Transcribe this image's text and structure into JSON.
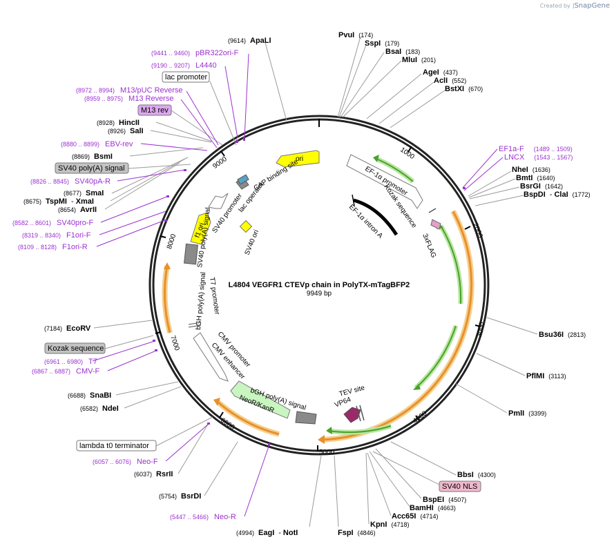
{
  "brand": {
    "prefix": "Created by",
    "name": "SnapGene"
  },
  "plasmid": {
    "name": "L4804 VEGFR1 CTEVp chain in PolyTX-mTagBFP2",
    "size_label": "9949 bp"
  },
  "colors": {
    "enzyme": "#000000",
    "primer": "#9b30d0",
    "feature_line": "#6e6e6e"
  },
  "ticks": [
    "1000",
    "2000",
    "3000",
    "4000",
    "5000",
    "6000",
    "7000",
    "8000",
    "9000"
  ],
  "enzymes": [
    {
      "id": "apali",
      "name": "ApaLI",
      "pos": "(9614)"
    },
    {
      "id": "pvui",
      "name": "PvuI",
      "pos": "(174)"
    },
    {
      "id": "sspi",
      "name": "SspI",
      "pos": "(179)"
    },
    {
      "id": "bsai",
      "name": "BsaI",
      "pos": "(183)"
    },
    {
      "id": "mlui",
      "name": "MluI",
      "pos": "(201)"
    },
    {
      "id": "agei",
      "name": "AgeI",
      "pos": "(437)"
    },
    {
      "id": "acli",
      "name": "AclI",
      "pos": "(552)"
    },
    {
      "id": "bstxi",
      "name": "BstXI",
      "pos": "(670)"
    },
    {
      "id": "nhei",
      "name": "NheI",
      "pos": "(1636)"
    },
    {
      "id": "bmti",
      "name": "BmtI",
      "pos": "(1640)"
    },
    {
      "id": "bsrgi",
      "name": "BsrGI",
      "pos": "(1642)"
    },
    {
      "id": "bspdi",
      "name": "BspDI",
      "sep": "-",
      "name2": "ClaI",
      "pos": "(1772)"
    },
    {
      "id": "bsu36i",
      "name": "Bsu36I",
      "pos": "(2813)"
    },
    {
      "id": "pflmi",
      "name": "PflMI",
      "pos": "(3113)"
    },
    {
      "id": "pmli",
      "name": "PmlI",
      "pos": "(3399)"
    },
    {
      "id": "bbsi",
      "name": "BbsI",
      "pos": "(4300)"
    },
    {
      "id": "bspei",
      "name": "BspEI",
      "pos": "(4507)"
    },
    {
      "id": "bamhi",
      "name": "BamHI",
      "pos": "(4663)"
    },
    {
      "id": "acc65i",
      "name": "Acc65I",
      "pos": "(4714)"
    },
    {
      "id": "kpni",
      "name": "KpnI",
      "pos": "(4718)"
    },
    {
      "id": "fspi",
      "name": "FspI",
      "pos": "(4846)"
    },
    {
      "id": "eagi",
      "name": "EagI",
      "sep": "-",
      "name2": "NotI",
      "pos": "(4994)"
    },
    {
      "id": "bsrdi",
      "name": "BsrDI",
      "pos": "(5754)"
    },
    {
      "id": "rsrii",
      "name": "RsrII",
      "pos": "(6037)"
    },
    {
      "id": "ndei",
      "name": "NdeI",
      "pos": "(6582)"
    },
    {
      "id": "snabi",
      "name": "SnaBI",
      "pos": "(6688)"
    },
    {
      "id": "ecorv",
      "name": "EcoRV",
      "pos": "(7184)"
    },
    {
      "id": "avrii",
      "name": "AvrII",
      "pos": "(8654)"
    },
    {
      "id": "tspmi",
      "name": "TspMI",
      "sep": "-",
      "name2": "XmaI",
      "pos": "(8675)"
    },
    {
      "id": "smai",
      "name": "SmaI",
      "pos": "(8677)"
    },
    {
      "id": "bsmi",
      "name": "BsmI",
      "pos": "(8869)"
    },
    {
      "id": "sali",
      "name": "SalI",
      "pos": "(8926)"
    },
    {
      "id": "hincii",
      "name": "HincII",
      "pos": "(8928)"
    }
  ],
  "primers": [
    {
      "id": "pbr322ori-f",
      "name": "pBR322ori-F",
      "range": "(9441 .. 9460)"
    },
    {
      "id": "l4440",
      "name": "L4440",
      "range": "(9190 .. 9207)"
    },
    {
      "id": "m13-puc-reverse",
      "name": "M13/pUC Reverse",
      "range": "(8972 .. 8994)"
    },
    {
      "id": "m13-reverse",
      "name": "M13 Reverse",
      "range": "(8959 .. 8975)"
    },
    {
      "id": "ebv-rev",
      "name": "EBV-rev",
      "range": "(8880 .. 8899)"
    },
    {
      "id": "sv40pa-r",
      "name": "SV40pA-R",
      "range": "(8826 .. 8845)"
    },
    {
      "id": "sv40pro-f",
      "name": "SV40pro-F",
      "range": "(8582 .. 8601)"
    },
    {
      "id": "f1ori-f",
      "name": "F1ori-F",
      "range": "(8319 .. 8340)"
    },
    {
      "id": "f1ori-r",
      "name": "F1ori-R",
      "range": "(8109 .. 8128)"
    },
    {
      "id": "t7",
      "name": "T7",
      "range": "(6961 .. 6980)"
    },
    {
      "id": "cmv-f",
      "name": "CMV-F",
      "range": "(6867 .. 6887)"
    },
    {
      "id": "neo-f",
      "name": "Neo-F",
      "range": "(6057 .. 6076)"
    },
    {
      "id": "neo-r",
      "name": "Neo-R",
      "range": "(5447 .. 5466)"
    },
    {
      "id": "ef1a-f",
      "name": "EF1a-F",
      "range": "(1489 .. 1509)"
    },
    {
      "id": "lncx",
      "name": "LNCX",
      "range": "(1543 .. 1567)"
    }
  ],
  "boxed_labels": [
    {
      "id": "lac-promoter",
      "text": "lac promoter"
    },
    {
      "id": "m13-rev",
      "text": "M13 rev"
    },
    {
      "id": "sv40-polya-signal",
      "text": "SV40 poly(A) signal"
    },
    {
      "id": "kozak-sequence",
      "text": "Kozak sequence"
    },
    {
      "id": "lambda-t0",
      "text": "lambda t0 terminator"
    },
    {
      "id": "sv40-nls",
      "text": "SV40 NLS"
    }
  ],
  "features": [
    {
      "id": "ori",
      "text": "ori"
    },
    {
      "id": "cap-binding-site",
      "text": "CAP binding site"
    },
    {
      "id": "lac-operator",
      "text": "lac operator"
    },
    {
      "id": "sv40-promoter",
      "text": "SV40 promoter"
    },
    {
      "id": "sv40-ori",
      "text": "SV40 ori"
    },
    {
      "id": "f1-ori",
      "text": "f1 ori"
    },
    {
      "id": "sv40-polya",
      "text": "SV40 poly(A) signal"
    },
    {
      "id": "t7-promoter",
      "text": "T7 promoter"
    },
    {
      "id": "bgh-polya-1",
      "text": "bGH poly(A) signal"
    },
    {
      "id": "cmv-promoter",
      "text": "CMV promoter"
    },
    {
      "id": "cmv-enhancer",
      "text": "CMV enhancer"
    },
    {
      "id": "neor-kanr",
      "text": "NeoR/KanR"
    },
    {
      "id": "bgh-polya-2",
      "text": "bGH poly(A) signal"
    },
    {
      "id": "tev-site",
      "text": "TEV site"
    },
    {
      "id": "vp64",
      "text": "VP64"
    },
    {
      "id": "ef1a-promoter",
      "text": "EF-1α promoter"
    },
    {
      "id": "kozak",
      "text": "Kozak sequence"
    },
    {
      "id": "3xflag",
      "text": "3xFLAG"
    },
    {
      "id": "ef1a-intron",
      "text": "EF-1α intron A"
    }
  ]
}
